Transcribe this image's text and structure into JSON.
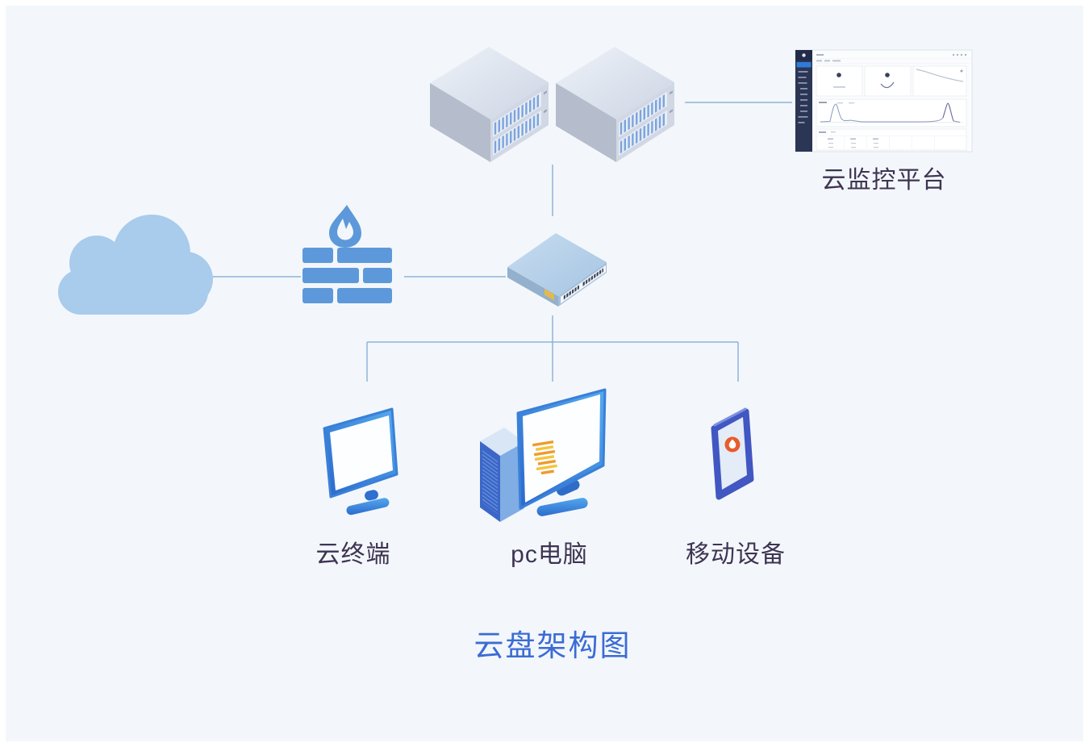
{
  "diagram": {
    "title": "云盘架构图",
    "nodes": {
      "cloud": {
        "icon": "cloud-icon"
      },
      "firewall": {
        "icon": "firewall-icon"
      },
      "server_left": {
        "icon": "server-stack-icon"
      },
      "server_right": {
        "icon": "server-stack-icon"
      },
      "switch": {
        "icon": "network-switch-icon"
      },
      "monitoring_platform": {
        "label": "云监控平台",
        "icon": "monitoring-dashboard-thumbnail"
      },
      "cloud_terminal": {
        "label": "云终端",
        "icon": "monitor-icon"
      },
      "pc": {
        "label": "pc电脑",
        "icon": "desktop-pc-icon"
      },
      "mobile_device": {
        "label": "移动设备",
        "icon": "smartphone-icon"
      }
    },
    "colors": {
      "background": "#f3f7fb",
      "title_text": "#3b6bd5",
      "node_label_text": "#3e3452",
      "cloud_fill": "#a9cbec",
      "firewall_fill": "#5d99da",
      "connector_line": "#8fb3d9",
      "device_frame_blue": "#2d72d2",
      "screen_stripe_orange": "#ef9b2c",
      "screen_stripe_yellow": "#f5c43e",
      "phone_app_orange": "#e75c2d",
      "switch_label_yellow": "#e2ba4c",
      "dashboard_sidebar": "#2b3554",
      "dashboard_selected_item": "#2f7cd8"
    }
  }
}
